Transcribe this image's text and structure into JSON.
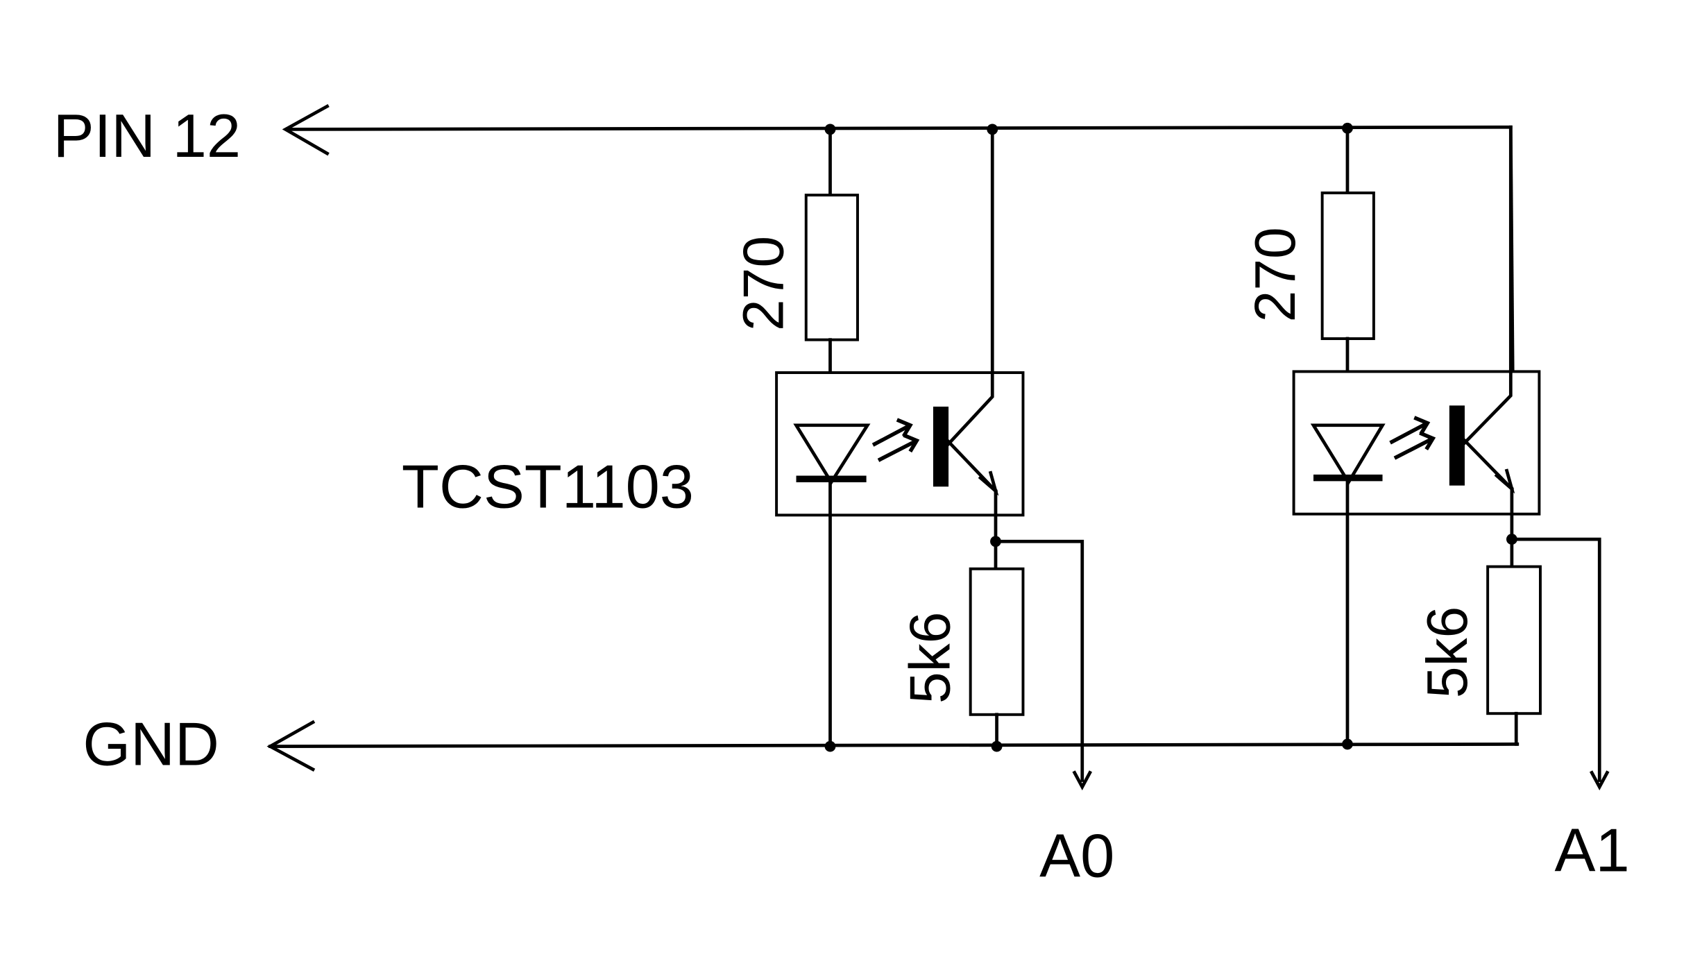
{
  "diagram": {
    "type": "schematic",
    "nets": {
      "supply_label": "PIN 12",
      "ground_label": "GND"
    },
    "channels": [
      {
        "led_resistor": "270",
        "optocoupler": "TCST1103",
        "optocoupler_label_visible": true,
        "pulldown_resistor": "5k6",
        "output_label": "A0"
      },
      {
        "led_resistor": "270",
        "optocoupler": "TCST1103",
        "optocoupler_label_visible": false,
        "pulldown_resistor": "5k6",
        "output_label": "A1"
      }
    ],
    "colors": {
      "line": "#000000",
      "background": "#ffffff"
    }
  }
}
